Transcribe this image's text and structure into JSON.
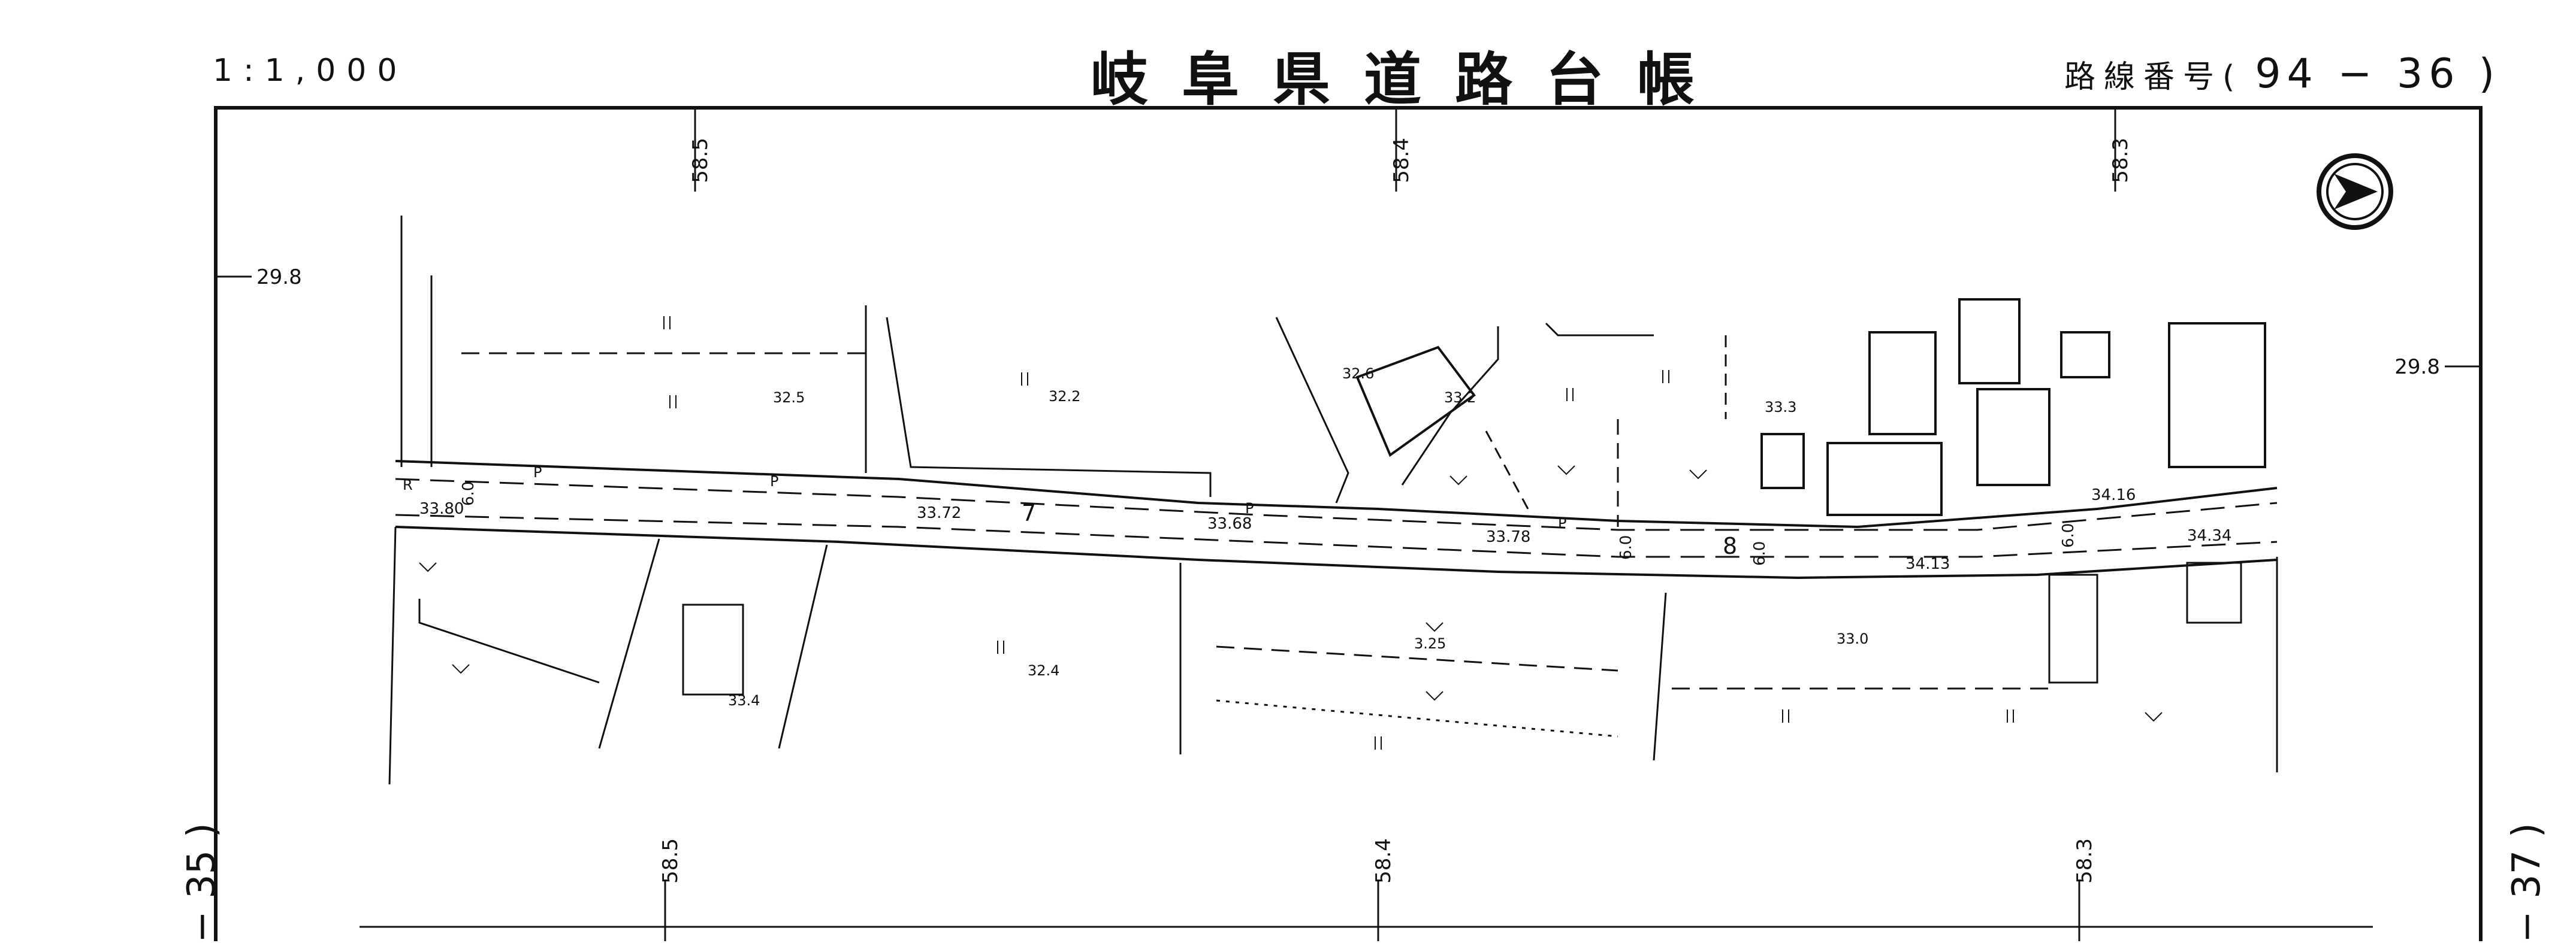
{
  "header": {
    "scale": "1:1,000",
    "title": "岐阜県道路台帳",
    "route_label": "路線番号(",
    "route_number": "94 − 36",
    "route_close": ")"
  },
  "adjacent_sheets": {
    "previous": "− 35 )",
    "next": "− 37 )"
  },
  "grid_labels": {
    "top": [
      "58.5",
      "58.4",
      "58.3"
    ],
    "bottom": [
      "58.5",
      "58.4",
      "58.3"
    ],
    "left": "29.8",
    "right": "29.8"
  },
  "road": {
    "stations": [
      "7",
      "8"
    ],
    "widths": [
      "6.0",
      "6.0",
      "6.0",
      "6.0"
    ],
    "marker_R": "R",
    "pole_marks": [
      "P",
      "P",
      "P",
      "P"
    ]
  },
  "elevations": {
    "road": [
      "33.80",
      "33.72",
      "33.68",
      "33.78",
      "34.13",
      "34.16",
      "34.34"
    ],
    "spot": [
      "32.5",
      "32.2",
      "32.6",
      "33.2",
      "33.3",
      "32.4",
      "3.25",
      "33.0",
      "33.4"
    ]
  },
  "map": {
    "north_arrow": "north-arrow-east"
  }
}
